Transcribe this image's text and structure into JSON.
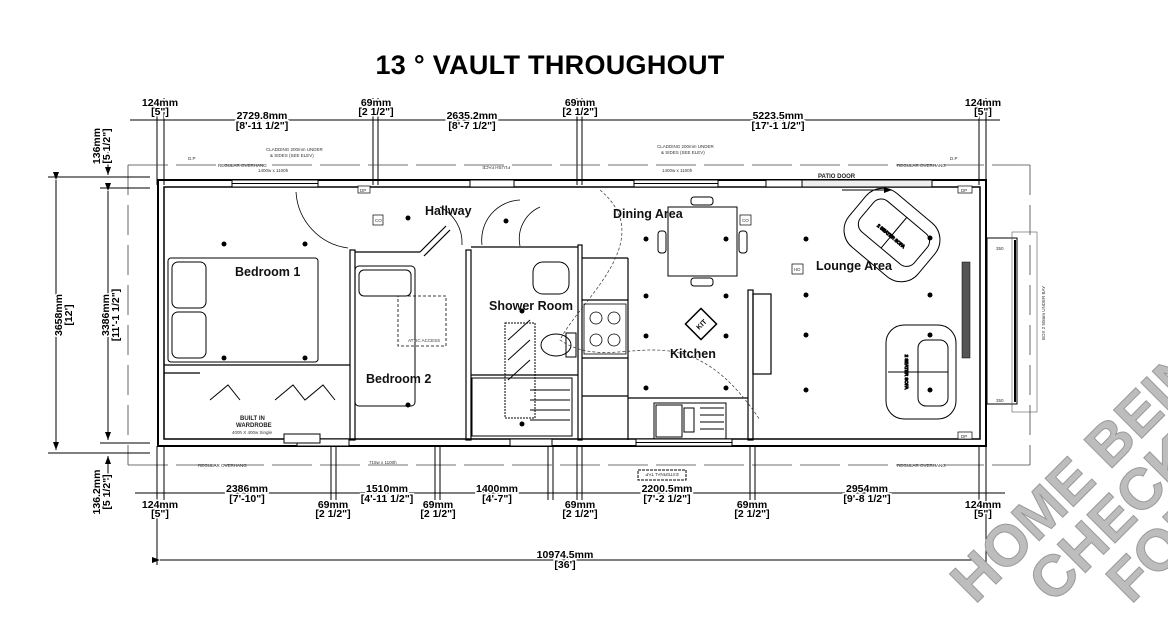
{
  "title": "13 ° VAULT THROUGHOUT",
  "top_dimensions": [
    {
      "mm": "124mm",
      "imp": "[5\"]"
    },
    {
      "mm": "2729.8mm",
      "imp": "[8'-11 1/2\"]"
    },
    {
      "mm": "69mm",
      "imp": "[2 1/2\"]"
    },
    {
      "mm": "2635.2mm",
      "imp": "[8'-7 1/2\"]"
    },
    {
      "mm": "69mm",
      "imp": "[2 1/2\"]"
    },
    {
      "mm": "5223.5mm",
      "imp": "[17'-1 1/2\"]"
    },
    {
      "mm": "124mm",
      "imp": "[5\"]"
    }
  ],
  "bottom_dimensions": [
    {
      "mm": "124mm",
      "imp": "[5\"]"
    },
    {
      "mm": "2386mm",
      "imp": "[7'-10\"]"
    },
    {
      "mm": "69mm",
      "imp": "[2 1/2\"]"
    },
    {
      "mm": "1510mm",
      "imp": "[4'-11 1/2\"]"
    },
    {
      "mm": "69mm",
      "imp": "[2 1/2\"]"
    },
    {
      "mm": "1400mm",
      "imp": "[4'-7\"]"
    },
    {
      "mm": "69mm",
      "imp": "[2 1/2\"]"
    },
    {
      "mm": "2200.5mm",
      "imp": "[7'-2 1/2\"]"
    },
    {
      "mm": "69mm",
      "imp": "[2 1/2\"]"
    },
    {
      "mm": "2954mm",
      "imp": "[9'-8 1/2\"]"
    },
    {
      "mm": "124mm",
      "imp": "[5\"]"
    }
  ],
  "total_length": {
    "mm": "10974.5mm",
    "imp": "[36']"
  },
  "left_dimensions": {
    "top_overhang": {
      "mm": "136mm",
      "imp": "[5 1/2\"]"
    },
    "overall_width": {
      "mm": "3658mm",
      "imp": "[12']"
    },
    "internal_width": {
      "mm": "3386mm",
      "imp": "[11'-1 1/2\"]"
    },
    "bottom_overhang": {
      "mm": "136.2mm",
      "imp": "[5 1/2\"]"
    }
  },
  "rooms": {
    "bedroom1": "Bedroom 1",
    "hallway": "Hallway",
    "bedroom2": "Bedroom 2",
    "shower_room": "Shower Room",
    "dining_area": "Dining Area",
    "kitchen": "Kitchen",
    "lounge_area": "Lounge Area"
  },
  "annotations": {
    "cladding": "CLADDING 200mm UNDER",
    "cladding2": "& SIDES (SEE ELEV)",
    "regular_overhang": "REGULAR OVERHANG",
    "patio_door": "PATIO DOOR",
    "flush_face": "FLUSH FACE",
    "built_in": "BUILT IN",
    "wardrobe": "WARDROBE",
    "radiator": "400h X 400w Single",
    "attic_access": "ATTIC ACCESS",
    "external_tap": "EXTERNAL TAP",
    "kit": "KIT",
    "hd": "HD",
    "sofa": "2 SEATER SOFA",
    "bay_350": "350",
    "dp": "DP",
    "d_p": "D.P",
    "co": "CO",
    "window_1400": "1400w x 1100h",
    "window_715": "715w x 1100h",
    "bay_note": "BOX 2 50mm UNDER BAY"
  },
  "watermark": [
    "HOME BEING",
    "CHECKED",
    "FOR ISSUE"
  ]
}
